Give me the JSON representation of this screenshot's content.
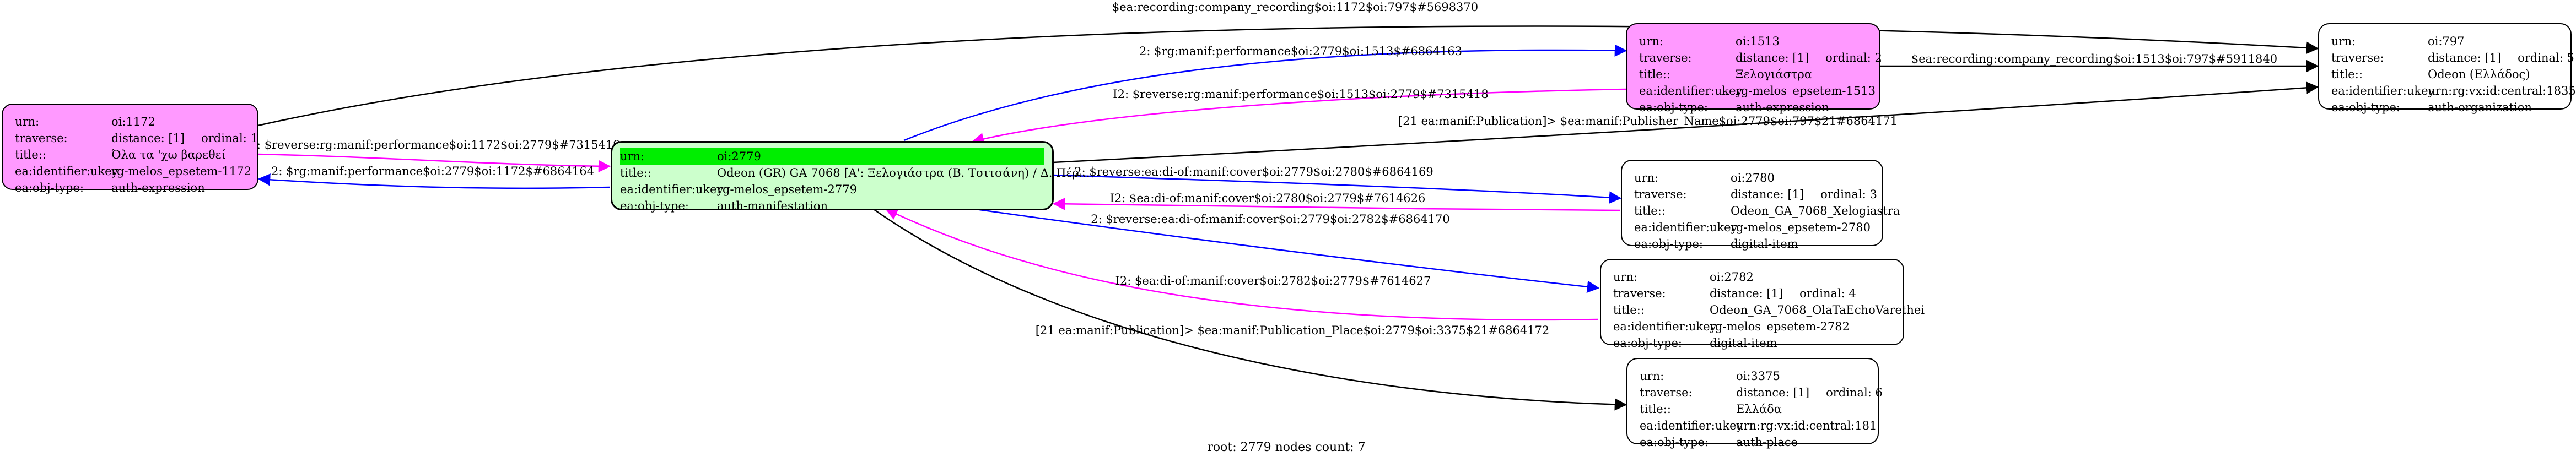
{
  "nodes": {
    "n1172": {
      "urn": "oi:1172",
      "traverse": "distance: [1]",
      "ordinal": "ordinal: 1",
      "title": "Όλα τα 'χω βαρεθεί",
      "ukey": "rg-melos_epsetem-1172",
      "objtype": "auth-expression"
    },
    "n2779": {
      "urn": "oi:2779",
      "title": "Odeon (GR) GA 7068 [Α': Ξελογιάστρα (Β. Τσιτσάνη) / Δ. Πέρ...",
      "ukey": "rg-melos_epsetem-2779",
      "objtype": "auth-manifestation"
    },
    "n1513": {
      "urn": "oi:1513",
      "traverse": "distance: [1]",
      "ordinal": "ordinal: 2",
      "title": "Ξελογιάστρα",
      "ukey": "rg-melos_epsetem-1513",
      "objtype": "auth-expression"
    },
    "n797": {
      "urn": "oi:797",
      "traverse": "distance: [1]",
      "ordinal": "ordinal: 5",
      "title": "Odeon (Ελλάδος)",
      "ukey": "urn:rg:vx:id:central:1835",
      "objtype": "auth-organization"
    },
    "n2780": {
      "urn": "oi:2780",
      "traverse": "distance: [1]",
      "ordinal": "ordinal: 3",
      "title": "Odeon_GA_7068_Xelogiastra",
      "ukey": "rg-melos_epsetem-2780",
      "objtype": "digital-item"
    },
    "n2782": {
      "urn": "oi:2782",
      "traverse": "distance: [1]",
      "ordinal": "ordinal: 4",
      "title": "Odeon_GA_7068_OlaTaEchoVarethei",
      "ukey": "rg-melos_epsetem-2782",
      "objtype": "digital-item"
    },
    "n3375": {
      "urn": "oi:3375",
      "traverse": "distance: [1]",
      "ordinal": "ordinal: 6",
      "title": "Ελλάδα",
      "ukey": "urn:rg:vx:id:central:181",
      "objtype": "auth-place"
    }
  },
  "field_labels": {
    "urn": "urn:",
    "traverse": "traverse:",
    "title": "title::",
    "ukey": "ea:identifier:ukey",
    "objtype": "ea:obj-type:"
  },
  "edges": [
    {
      "label": "$ea:recording:company_recording$oi:1172$oi:797$#5698370",
      "color": "#000000"
    },
    {
      "label": "I2: $reverse:rg:manif:performance$oi:1172$oi:2779$#7315419",
      "color": "#ff00ff"
    },
    {
      "label": "2: $rg:manif:performance$oi:2779$oi:1172$#6864164",
      "color": "#0000ff"
    },
    {
      "label": "2: $rg:manif:performance$oi:2779$oi:1513$#6864163",
      "color": "#0000ff"
    },
    {
      "label": "I2: $reverse:rg:manif:performance$oi:1513$oi:2779$#7315418",
      "color": "#ff00ff"
    },
    {
      "label": "$ea:recording:company_recording$oi:1513$oi:797$#5911840",
      "color": "#000000"
    },
    {
      "label": "[21 ea:manif:Publication]> $ea:manif:Publisher_Name$oi:2779$oi:797$21#6864171",
      "color": "#000000"
    },
    {
      "label": "2: $reverse:ea:di-of:manif:cover$oi:2779$oi:2780$#6864169",
      "color": "#0000ff"
    },
    {
      "label": "I2: $ea:di-of:manif:cover$oi:2780$oi:2779$#7614626",
      "color": "#ff00ff"
    },
    {
      "label": "2: $reverse:ea:di-of:manif:cover$oi:2779$oi:2782$#6864170",
      "color": "#0000ff"
    },
    {
      "label": "I2: $ea:di-of:manif:cover$oi:2782$oi:2779$#7614627",
      "color": "#ff00ff"
    },
    {
      "label": "[21 ea:manif:Publication]> $ea:manif:Publication_Place$oi:2779$oi:3375$21#6864172",
      "color": "#000000"
    }
  ],
  "footer": "root: 2779 nodes count: 7"
}
